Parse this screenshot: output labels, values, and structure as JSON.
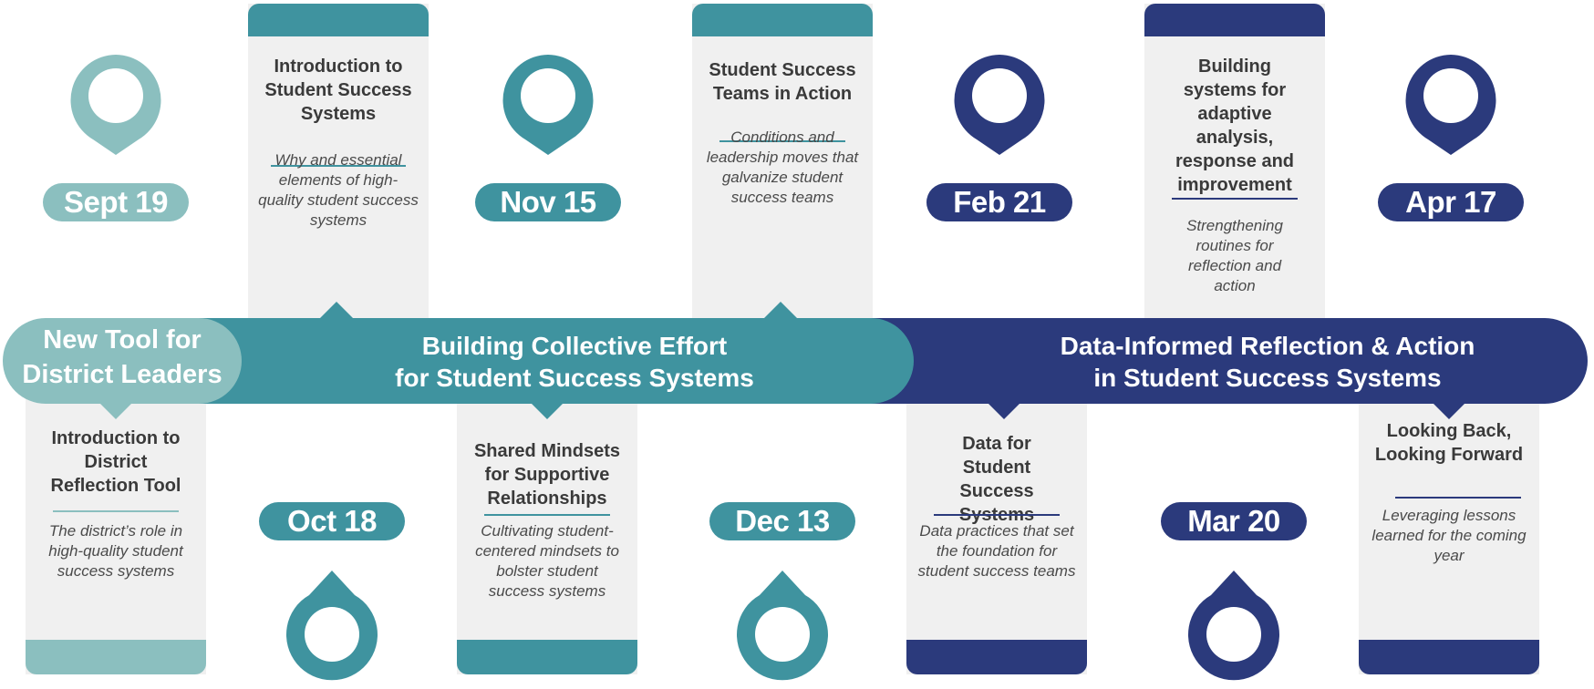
{
  "colors": {
    "light_teal": "#8bbfbf",
    "teal": "#3f939f",
    "navy": "#2b3a7c",
    "card_bg": "#f0f0f0"
  },
  "bands": {
    "intro": {
      "line1": "New Tool for",
      "line2": "District Leaders"
    },
    "collective": {
      "line1": "Building Collective Effort",
      "line2": "for Student Success Systems"
    },
    "data": {
      "line1": "Data-Informed Reflection & Action",
      "line2": "in Student Success Systems"
    }
  },
  "dates": {
    "sept19": "Sept 19",
    "oct18": "Oct 18",
    "nov15": "Nov 15",
    "dec13": "Dec 13",
    "feb21": "Feb 21",
    "mar20": "Mar 20",
    "apr17": "Apr 17"
  },
  "sessions": {
    "sept19": {
      "title": "Introduction to District Reflection Tool",
      "description": "The district’s role in high-quality student success systems"
    },
    "oct18": {
      "title": "Introduction to Student Success Systems",
      "description": "Why and essential elements of high-quality student success systems"
    },
    "nov15": {
      "title": "Shared Mindsets for Supportive Relationships",
      "description": "Cultivating student-centered mindsets to bolster student success systems"
    },
    "dec13": {
      "title": "Student Success Teams in Action",
      "description": "Conditions and leadership moves that galvanize student success teams"
    },
    "feb21": {
      "title": "Data for Student Success Systems",
      "description": "Data practices that set the foundation for student success teams"
    },
    "mar20": {
      "title": "Building systems for adaptive analysis, response and improvement",
      "description": "Strengthening routines for reflection and action"
    },
    "apr17": {
      "title": "Looking Back, Looking Forward",
      "description": "Leveraging lessons learned for the coming year"
    }
  }
}
